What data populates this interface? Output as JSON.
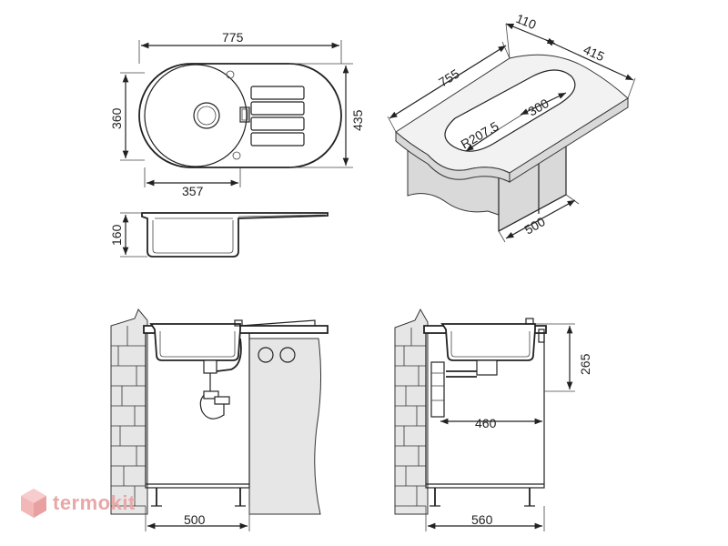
{
  "dimensions": {
    "top_width": "775",
    "top_height_left": "360",
    "top_height_right": "435",
    "bowl_width": "357",
    "depth": "160",
    "iso_110": "110",
    "iso_415": "415",
    "iso_755": "755",
    "iso_300": "300",
    "iso_radius": "R207.5",
    "iso_500": "500",
    "front_500": "500",
    "side_265": "265",
    "side_460": "460",
    "side_560": "560"
  },
  "watermark": {
    "text": "termokit",
    "color": "#e9a7a7"
  }
}
